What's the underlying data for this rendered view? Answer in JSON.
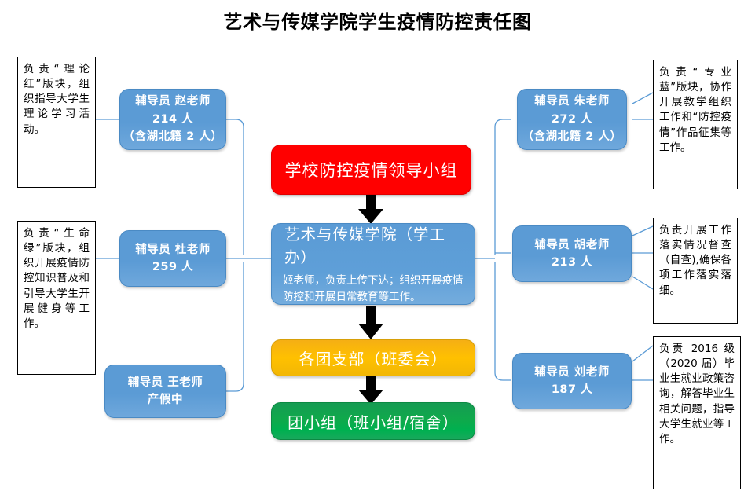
{
  "title": "艺术与传媒学院学生疫情防控责任图",
  "colors": {
    "red": "#FF0000",
    "blue": "#5B9BD5",
    "orange": "#FFC000",
    "green": "#00B050",
    "connector": "#5B9BD5",
    "note_border": "#000000",
    "arrow": "#000000"
  },
  "center_chain": [
    {
      "id": "school-leadership",
      "label": "学校防控疫情领导小组",
      "sub": "",
      "color": "#FF0000"
    },
    {
      "id": "college-office",
      "label": "艺术与传媒学院（学工办）",
      "sub": "姬老师，负责上传下达；组织开展疫情防控和开展日常教育等工作。",
      "color": "#5B9BD5"
    },
    {
      "id": "branch-league",
      "label": "各团支部（班委会）",
      "sub": "",
      "color": "#FFC000"
    },
    {
      "id": "league-group",
      "label": "团小组（班小组/宿舍）",
      "sub": "",
      "color": "#00B050"
    }
  ],
  "left_counselors": [
    {
      "id": "zhao",
      "lines": [
        "辅导员  赵老师",
        "214 人",
        "（含湖北籍 2 人）"
      ]
    },
    {
      "id": "du",
      "lines": [
        "辅导员  杜老师",
        "259 人"
      ]
    },
    {
      "id": "wang",
      "lines": [
        "辅导员  王老师",
        "产假中"
      ]
    }
  ],
  "right_counselors": [
    {
      "id": "zhu",
      "lines": [
        "辅导员  朱老师",
        "272 人",
        "（含湖北籍 2 人）"
      ]
    },
    {
      "id": "hu",
      "lines": [
        "辅导员  胡老师",
        "213 人"
      ]
    },
    {
      "id": "liu",
      "lines": [
        "辅导员  刘老师",
        "187 人"
      ]
    }
  ],
  "left_notes": [
    {
      "id": "theory-red",
      "text": "负责“理论红”版块，组织指导大学生理论学习活动。"
    },
    {
      "id": "life-green",
      "text": "负责“生命绿”版块，组织开展疫情防控知识普及和引导大学生开展健身等工作。"
    }
  ],
  "right_notes": [
    {
      "id": "major-blue",
      "text": "负责“专业蓝”版块，协作开展教学组织工作和“防控疫情”作品征集等工作。"
    },
    {
      "id": "supervision",
      "text": "负责开展工作落实情况督查（自查),确保各项工作落实落细。"
    },
    {
      "id": "employment",
      "text": "负责 2016 级（2020 届）毕业生就业政策咨询，解答毕业生相关问题，指导大学生就业等工作。"
    }
  ]
}
